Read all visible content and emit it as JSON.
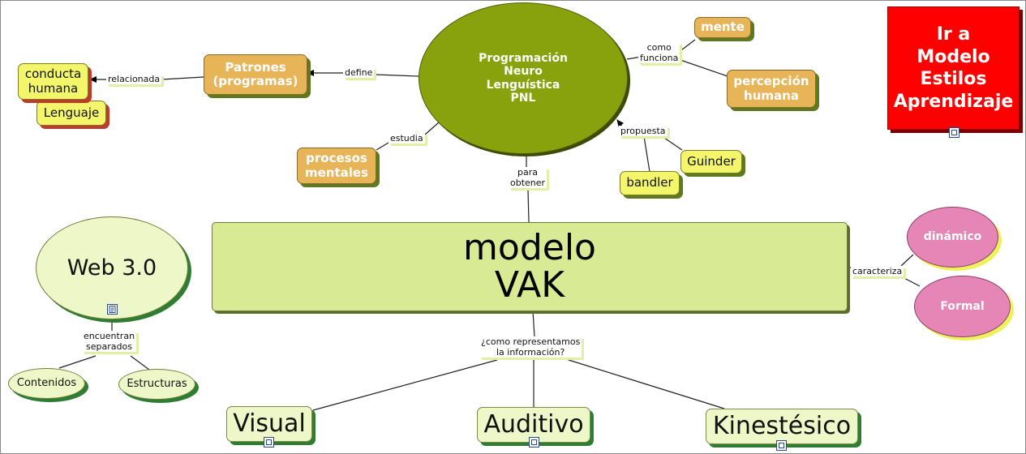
{
  "nodes": {
    "pnl": "Programación\nNeuro\nLenguística\nPNL",
    "patrones": "Patrones\n(programas)",
    "conducta": "conducta\nhumana",
    "lenguaje": "Lenguaje",
    "procesos": "procesos\nmentales",
    "mente": "mente",
    "percepcion": "percepción\nhumana",
    "guinder": "Guinder",
    "bandler": "bandler",
    "ir_modelo": "Ir a\nModelo\nEstilos\nAprendizaje",
    "vak": "modelo\nVAK",
    "web": "Web 3.0",
    "contenidos": "Contenidos",
    "estructuras": "Estructuras",
    "dinamico": "dinámico",
    "formal": "Formal",
    "visual": "Visual",
    "auditivo": "Auditivo",
    "kinestesico": "Kinestésico"
  },
  "links": {
    "define": "define",
    "relacionada": "relacionada",
    "estudia": "estudia",
    "como_funciona": "como\nfunciona",
    "propuesta": "propuesta",
    "para_obtener": "para\nobtener",
    "caracteriza": "caracteriza",
    "encuentran": "encuentran\nseparados",
    "como_representamos": "¿como representamos\nla información?"
  },
  "colors": {
    "olive": "#87a20d",
    "orange": "#e8b458",
    "yellow": "#f3f56a",
    "pale_green": "#eef7c8",
    "vak_fill": "#d8ea93",
    "pink": "#e686b6",
    "red": "#ff0000"
  },
  "icons": {
    "concept_map_link": "cmap-link-icon",
    "document_link": "document-icon"
  }
}
